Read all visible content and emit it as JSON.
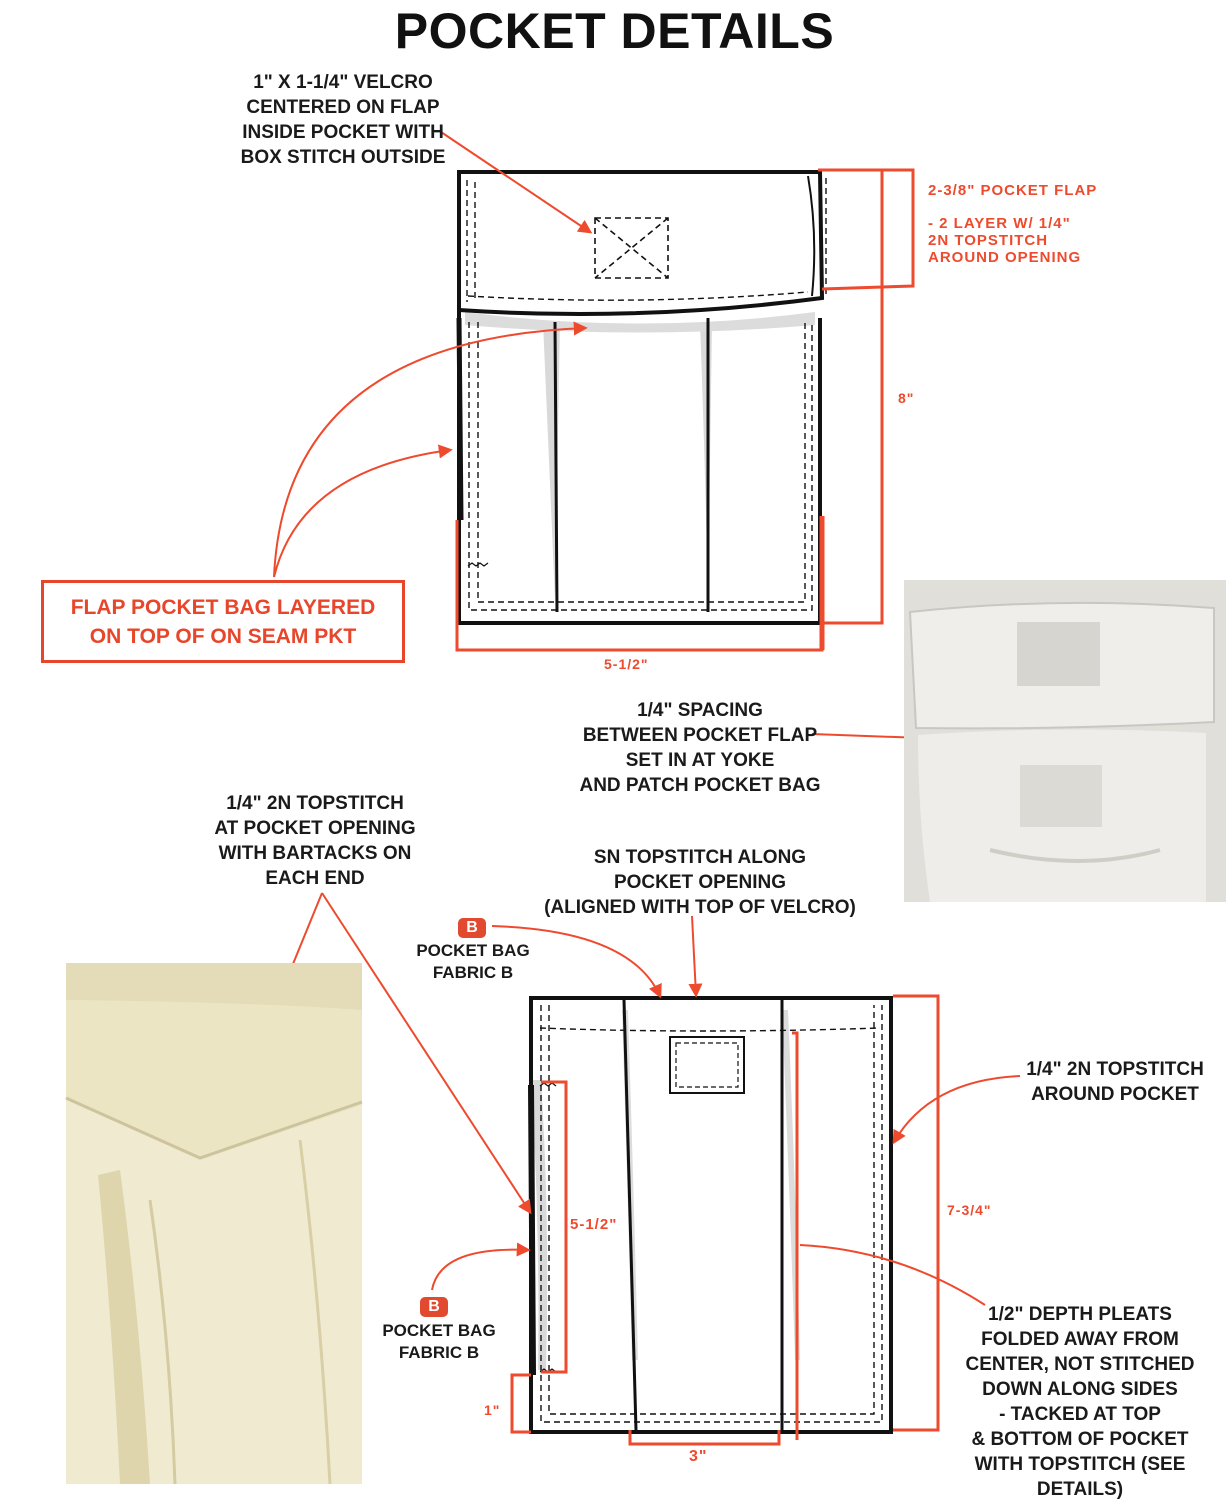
{
  "title": "POCKET DETAILS",
  "callouts": {
    "velcro": "1\" X 1-1/4\" VELCRO\nCENTERED ON FLAP\nINSIDE POCKET WITH\nBOX STITCH OUTSIDE",
    "flap_bag": "FLAP POCKET BAG LAYERED\nON TOP OF ON SEAM PKT",
    "spacing": "1/4\" SPACING\nBETWEEN POCKET FLAP\nSET IN AT YOKE\nAND PATCH POCKET BAG",
    "topstitch_opening": "1/4\" 2N TOPSTITCH\nAT POCKET OPENING\nWITH BARTACKS ON\nEACH END",
    "sn_topstitch": "SN TOPSTITCH ALONG\nPOCKET OPENING\n(ALIGNED WITH TOP OF VELCRO)",
    "pocket_bag_1": "POCKET BAG\nFABRIC B",
    "pocket_bag_2": "POCKET BAG\nFABRIC B",
    "around_pocket": "1/4\" 2N TOPSTITCH\nAROUND POCKET",
    "pleats": "1/2\" DEPTH PLEATS\nFOLDED AWAY FROM\nCENTER, NOT STITCHED\nDOWN ALONG SIDES\n- TACKED AT TOP\n& BOTTOM OF POCKET\nWITH TOPSTITCH (SEE DETAILS)"
  },
  "notes": {
    "flap": "2-3/8\" POCKET FLAP",
    "flap_layer": "- 2 LAYER W/ 1/4\"\n2N TOPSTITCH\nAROUND OPENING"
  },
  "dimensions": {
    "height_top": "8\"",
    "width_top": "5-1/2\"",
    "height_bottom": "7-3/4\"",
    "side": "5-1/2\"",
    "one_inch": "1\"",
    "three_inch": "3\""
  },
  "badges": {
    "b1": "B",
    "b2": "B"
  },
  "colors": {
    "accent": "#ee4a2e",
    "line": "#111111"
  }
}
